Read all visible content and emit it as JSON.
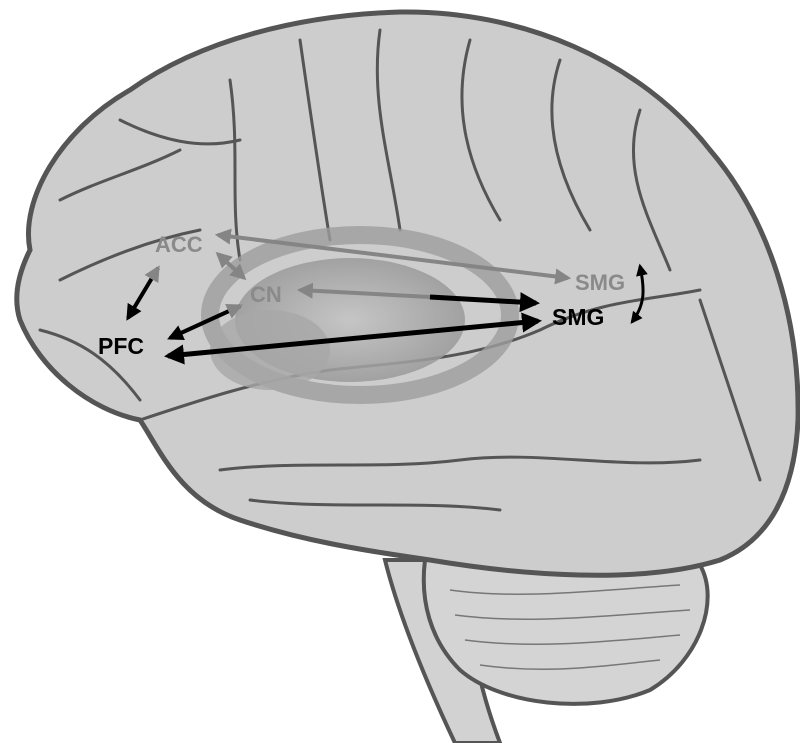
{
  "labels": {
    "acc": "ACC",
    "cn": "CN",
    "smg_gray": "SMG",
    "smg_black": "SMG",
    "pfc": "PFC"
  },
  "colors": {
    "brain_fill": "#cfcfcf",
    "outline": "#555555",
    "gray_label": "#8a8a8a",
    "black_label": "#000000",
    "gray_arrow": "#858585",
    "black_arrow": "#000000"
  }
}
